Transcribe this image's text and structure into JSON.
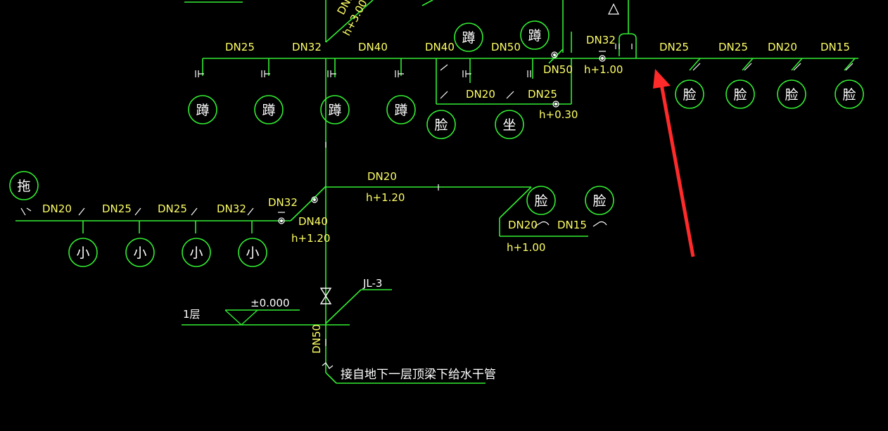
{
  "colors": {
    "background": "#000000",
    "pipe": "#33ee33",
    "label": "#ffff66",
    "text": "#ffffff",
    "annotation_arrow": "#ff2a2a"
  },
  "fixtures": {
    "squat_toilet": "蹲",
    "wash_basin": "脸",
    "seat_toilet": "坐",
    "urinal": "小",
    "mop_sink": "拖"
  },
  "top_branch": {
    "pipe_sizes": [
      "DN25",
      "DN32",
      "DN40",
      "DN40",
      "DN50",
      "DN50",
      "DN32",
      "DN25",
      "DN25",
      "DN20",
      "DN15"
    ],
    "riser_size": "DN50",
    "riser_elevation": "h+3.00",
    "valve_elevation": "h+1.00",
    "sub_branch_sizes": [
      "DN20",
      "DN25"
    ],
    "sub_branch_elevation": "h+0.30"
  },
  "middle_branch": {
    "left_pipe_sizes": [
      "DN20",
      "DN25",
      "DN25",
      "DN32",
      "DN32"
    ],
    "left_riser_size": "DN40",
    "left_elevation": "h+1.20",
    "right_pipe_size": "DN20",
    "right_elevation": "h+1.20",
    "basin_pipe_sizes": [
      "DN20",
      "DN15"
    ],
    "basin_elevation": "h+1.00"
  },
  "riser": {
    "tag": "JL-3",
    "floor_label": "1层",
    "floor_level": "±0.000",
    "inlet_size": "DN50",
    "inlet_note": "接自地下一层顶梁下给水干管"
  }
}
